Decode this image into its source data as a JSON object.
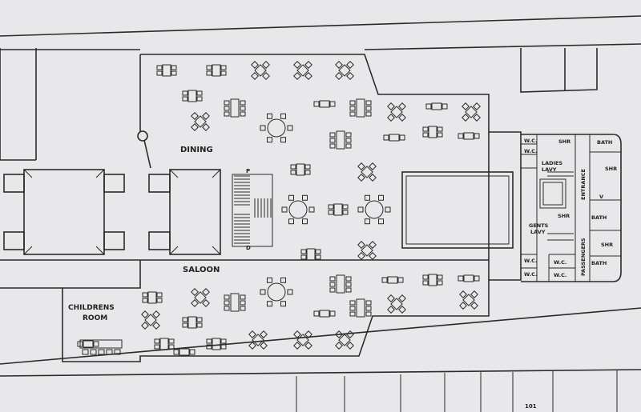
{
  "plan": {
    "rooms": {
      "dining": "DINING",
      "saloon": "SALOON",
      "childrens_room_1": "CHILDRENS",
      "childrens_room_2": "ROOM",
      "ladies_lav_1": "LADIES",
      "ladies_lav_2": "LAVY",
      "gents_lav_1": "GENTS",
      "gents_lav_2": "LAVY",
      "entrance_1": "PASSENGERS",
      "entrance_2": "ENTRANCE",
      "cabin_101": "101"
    },
    "fixtures": {
      "wc": "W.C.",
      "shr": "SHR",
      "bath": "BATH",
      "v": "V",
      "stair_up": "P",
      "stair_down": "D"
    }
  },
  "colors": {
    "paper": "#e8e8ea",
    "ink": "#2a2a2a"
  }
}
